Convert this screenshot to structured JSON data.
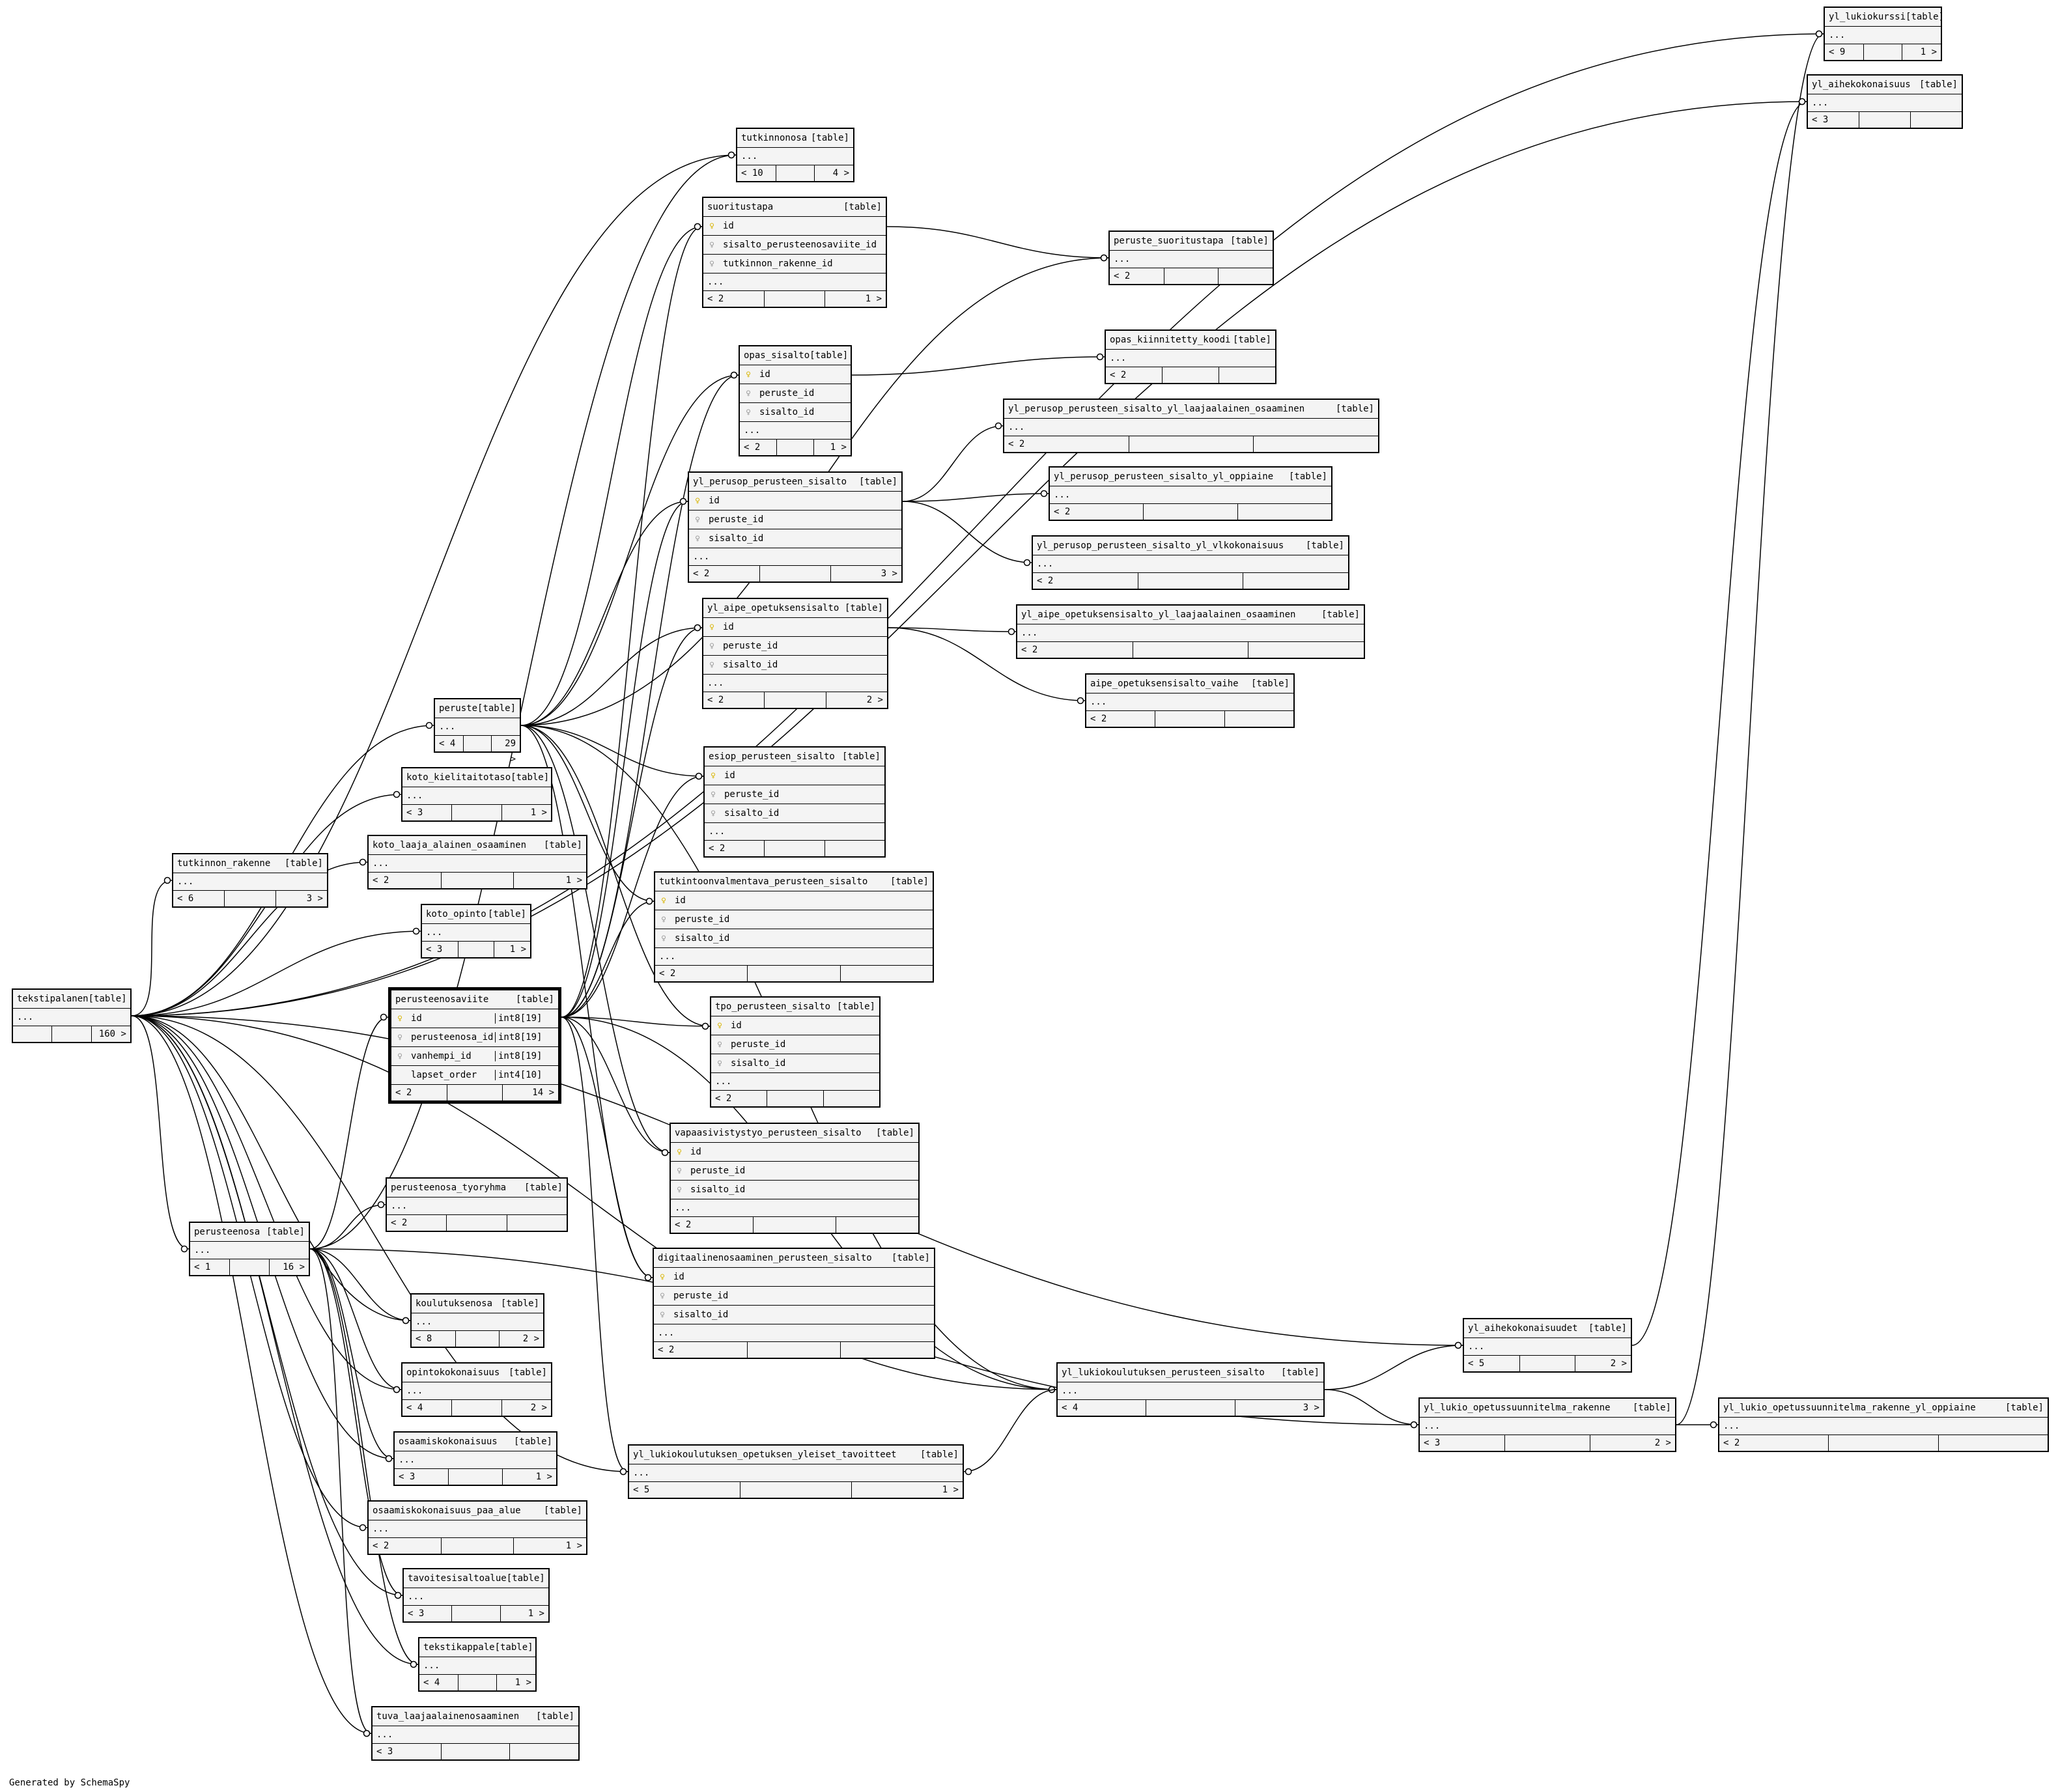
{
  "footer": "Generated by SchemaSpy",
  "tables": [
    {
      "id": "yl_lukiokurssi",
      "name": "yl_lukiokurssi",
      "tag": "[table]",
      "cols": [],
      "more": "...",
      "parents": "< 9",
      "children": "1 >"
    },
    {
      "id": "yl_aihekokonaisuus",
      "name": "yl_aihekokonaisuus",
      "tag": "[table]",
      "cols": [],
      "more": "...",
      "parents": "< 3",
      "children": ""
    },
    {
      "id": "tutkinnonosa",
      "name": "tutkinnonosa",
      "tag": "[table]",
      "cols": [],
      "more": "...",
      "parents": "< 10",
      "children": "4 >"
    },
    {
      "id": "suoritustapa",
      "name": "suoritustapa",
      "tag": "[table]",
      "cols": [
        {
          "k": "pk",
          "n": "id"
        },
        {
          "k": "fk",
          "n": "sisalto_perusteenosaviite_id"
        },
        {
          "k": "fk",
          "n": "tutkinnon_rakenne_id"
        }
      ],
      "more": "...",
      "parents": "< 2",
      "children": "1 >"
    },
    {
      "id": "peruste_suoritustapa",
      "name": "peruste_suoritustapa",
      "tag": "[table]",
      "cols": [],
      "more": "...",
      "parents": "< 2",
      "children": ""
    },
    {
      "id": "opas_sisalto",
      "name": "opas_sisalto",
      "tag": "[table]",
      "cols": [
        {
          "k": "pk",
          "n": "id"
        },
        {
          "k": "fk",
          "n": "peruste_id"
        },
        {
          "k": "fk",
          "n": "sisalto_id"
        }
      ],
      "more": "...",
      "parents": "< 2",
      "children": "1 >"
    },
    {
      "id": "opas_kiinnitetty_koodi",
      "name": "opas_kiinnitetty_koodi",
      "tag": "[table]",
      "cols": [],
      "more": "...",
      "parents": "< 2",
      "children": ""
    },
    {
      "id": "yl_pps_laaja",
      "name": "yl_perusop_perusteen_sisalto_yl_laajaalainen_osaaminen",
      "tag": "[table]",
      "cols": [],
      "more": "...",
      "parents": "< 2",
      "children": ""
    },
    {
      "id": "yl_pps_oppiaine",
      "name": "yl_perusop_perusteen_sisalto_yl_oppiaine",
      "tag": "[table]",
      "cols": [],
      "more": "...",
      "parents": "< 2",
      "children": ""
    },
    {
      "id": "yl_pps_vlk",
      "name": "yl_perusop_perusteen_sisalto_yl_vlkokonaisuus",
      "tag": "[table]",
      "cols": [],
      "more": "...",
      "parents": "< 2",
      "children": ""
    },
    {
      "id": "yl_perusop_perusteen_sisalto",
      "name": "yl_perusop_perusteen_sisalto",
      "tag": "[table]",
      "cols": [
        {
          "k": "pk",
          "n": "id"
        },
        {
          "k": "fk",
          "n": "peruste_id"
        },
        {
          "k": "fk",
          "n": "sisalto_id"
        }
      ],
      "more": "...",
      "parents": "< 2",
      "children": "3 >"
    },
    {
      "id": "yl_aipe_opetuksensisalto",
      "name": "yl_aipe_opetuksensisalto",
      "tag": "[table]",
      "cols": [
        {
          "k": "pk",
          "n": "id"
        },
        {
          "k": "fk",
          "n": "peruste_id"
        },
        {
          "k": "fk",
          "n": "sisalto_id"
        }
      ],
      "more": "...",
      "parents": "< 2",
      "children": "2 >"
    },
    {
      "id": "yl_aipe_laaja",
      "name": "yl_aipe_opetuksensisalto_yl_laajaalainen_osaaminen",
      "tag": "[table]",
      "cols": [],
      "more": "...",
      "parents": "< 2",
      "children": ""
    },
    {
      "id": "aipe_opetuksensisalto_vaihe",
      "name": "aipe_opetuksensisalto_vaihe",
      "tag": "[table]",
      "cols": [],
      "more": "...",
      "parents": "< 2",
      "children": ""
    },
    {
      "id": "peruste",
      "name": "peruste",
      "tag": "[table]",
      "cols": [],
      "more": "...",
      "parents": "< 4",
      "children": "29 >"
    },
    {
      "id": "koto_kielitaitotaso",
      "name": "koto_kielitaitotaso",
      "tag": "[table]",
      "cols": [],
      "more": "...",
      "parents": "< 3",
      "children": "1 >"
    },
    {
      "id": "koto_laaja_alainen_osaaminen",
      "name": "koto_laaja_alainen_osaaminen",
      "tag": "[table]",
      "cols": [],
      "more": "...",
      "parents": "< 2",
      "children": "1 >"
    },
    {
      "id": "koto_opinto",
      "name": "koto_opinto",
      "tag": "[table]",
      "cols": [],
      "more": "...",
      "parents": "< 3",
      "children": "1 >"
    },
    {
      "id": "tutkinnon_rakenne",
      "name": "tutkinnon_rakenne",
      "tag": "[table]",
      "cols": [],
      "more": "...",
      "parents": "< 6",
      "children": "3 >"
    },
    {
      "id": "esiop_perusteen_sisalto",
      "name": "esiop_perusteen_sisalto",
      "tag": "[table]",
      "cols": [
        {
          "k": "pk",
          "n": "id"
        },
        {
          "k": "fk",
          "n": "peruste_id"
        },
        {
          "k": "fk",
          "n": "sisalto_id"
        }
      ],
      "more": "...",
      "parents": "< 2",
      "children": ""
    },
    {
      "id": "tutkintoonvalmentava",
      "name": "tutkintoonvalmentava_perusteen_sisalto",
      "tag": "[table]",
      "cols": [
        {
          "k": "pk",
          "n": "id"
        },
        {
          "k": "fk",
          "n": "peruste_id"
        },
        {
          "k": "fk",
          "n": "sisalto_id"
        }
      ],
      "more": "...",
      "parents": "< 2",
      "children": ""
    },
    {
      "id": "tekstipalanen",
      "name": "tekstipalanen",
      "tag": "[table]",
      "cols": [],
      "more": "...",
      "parents": "",
      "children": "160 >"
    },
    {
      "id": "perusteenosaviite",
      "name": "perusteenosaviite",
      "tag": "[table]",
      "focus": true,
      "cols": [
        {
          "k": "pk",
          "n": "id",
          "t": "int8[19]"
        },
        {
          "k": "fk",
          "n": "perusteenosa_id",
          "t": "int8[19]"
        },
        {
          "k": "fk",
          "n": "vanhempi_id",
          "t": "int8[19]"
        },
        {
          "k": "",
          "n": "lapset_order",
          "t": "int4[10]"
        }
      ],
      "more": "",
      "parents": "< 2",
      "children": "14 >"
    },
    {
      "id": "tpo_perusteen_sisalto",
      "name": "tpo_perusteen_sisalto",
      "tag": "[table]",
      "cols": [
        {
          "k": "pk",
          "n": "id"
        },
        {
          "k": "fk",
          "n": "peruste_id"
        },
        {
          "k": "fk",
          "n": "sisalto_id"
        }
      ],
      "more": "...",
      "parents": "< 2",
      "children": ""
    },
    {
      "id": "vapaasivistystyo",
      "name": "vapaasivistystyo_perusteen_sisalto",
      "tag": "[table]",
      "cols": [
        {
          "k": "pk",
          "n": "id"
        },
        {
          "k": "fk",
          "n": "peruste_id"
        },
        {
          "k": "fk",
          "n": "sisalto_id"
        }
      ],
      "more": "...",
      "parents": "< 2",
      "children": ""
    },
    {
      "id": "perusteenosa_tyoryhma",
      "name": "perusteenosa_tyoryhma",
      "tag": "[table]",
      "cols": [],
      "more": "...",
      "parents": "< 2",
      "children": ""
    },
    {
      "id": "perusteenosa",
      "name": "perusteenosa",
      "tag": "[table]",
      "cols": [],
      "more": "...",
      "parents": "< 1",
      "children": "16 >"
    },
    {
      "id": "digitaalinen",
      "name": "digitaalinenosaaminen_perusteen_sisalto",
      "tag": "[table]",
      "cols": [
        {
          "k": "pk",
          "n": "id"
        },
        {
          "k": "fk",
          "n": "peruste_id"
        },
        {
          "k": "fk",
          "n": "sisalto_id"
        }
      ],
      "more": "...",
      "parents": "< 2",
      "children": ""
    },
    {
      "id": "yl_aihekokonaisuudet",
      "name": "yl_aihekokonaisuudet",
      "tag": "[table]",
      "cols": [],
      "more": "...",
      "parents": "< 5",
      "children": "2 >"
    },
    {
      "id": "koulutuksenosa",
      "name": "koulutuksenosa",
      "tag": "[table]",
      "cols": [],
      "more": "...",
      "parents": "< 8",
      "children": "2 >"
    },
    {
      "id": "yl_lukiokoulutuksen_perusteen_sisalto",
      "name": "yl_lukiokoulutuksen_perusteen_sisalto",
      "tag": "[table]",
      "cols": [],
      "more": "...",
      "parents": "< 4",
      "children": "3 >"
    },
    {
      "id": "yl_lukio_ops_rakenne",
      "name": "yl_lukio_opetussuunnitelma_rakenne",
      "tag": "[table]",
      "cols": [],
      "more": "...",
      "parents": "< 3",
      "children": "2 >"
    },
    {
      "id": "yl_lukio_ops_rakenne_oppiaine",
      "name": "yl_lukio_opetussuunnitelma_rakenne_yl_oppiaine",
      "tag": "[table]",
      "cols": [],
      "more": "...",
      "parents": "< 2",
      "children": ""
    },
    {
      "id": "opintokokonaisuus",
      "name": "opintokokonaisuus",
      "tag": "[table]",
      "cols": [],
      "more": "...",
      "parents": "< 4",
      "children": "2 >"
    },
    {
      "id": "osaamiskokonaisuus",
      "name": "osaamiskokonaisuus",
      "tag": "[table]",
      "cols": [],
      "more": "...",
      "parents": "< 3",
      "children": "1 >"
    },
    {
      "id": "yl_lukio_yleiset_tavoitteet",
      "name": "yl_lukiokoulutuksen_opetuksen_yleiset_tavoitteet",
      "tag": "[table]",
      "cols": [],
      "more": "...",
      "parents": "< 5",
      "children": "1 >"
    },
    {
      "id": "osaamiskokonaisuus_paa_alue",
      "name": "osaamiskokonaisuus_paa_alue",
      "tag": "[table]",
      "cols": [],
      "more": "...",
      "parents": "< 2",
      "children": "1 >"
    },
    {
      "id": "tavoitesisaltoalue",
      "name": "tavoitesisaltoalue",
      "tag": "[table]",
      "cols": [],
      "more": "...",
      "parents": "< 3",
      "children": "1 >"
    },
    {
      "id": "tekstikappale",
      "name": "tekstikappale",
      "tag": "[table]",
      "cols": [],
      "more": "...",
      "parents": "< 4",
      "children": "1 >"
    },
    {
      "id": "tuva_laajaalainenosaaminen",
      "name": "tuva_laajaalainenosaaminen",
      "tag": "[table]",
      "cols": [],
      "more": "...",
      "parents": "< 3",
      "children": ""
    }
  ],
  "links": [
    {
      "from": "tekstipalanen",
      "to": "yl_lukiokurssi"
    },
    {
      "from": "tekstipalanen",
      "to": "yl_aihekokonaisuus"
    },
    {
      "from": "tekstipalanen",
      "to": "tutkinnonosa"
    },
    {
      "from": "tekstipalanen",
      "to": "peruste"
    },
    {
      "from": "tekstipalanen",
      "to": "koto_kielitaitotaso"
    },
    {
      "from": "tekstipalanen",
      "to": "koto_laaja_alainen_osaaminen"
    },
    {
      "from": "tekstipalanen",
      "to": "koto_opinto"
    },
    {
      "from": "tekstipalanen",
      "to": "tutkinnon_rakenne"
    },
    {
      "from": "tekstipalanen",
      "to": "perusteenosa"
    },
    {
      "from": "tekstipalanen",
      "to": "koulutuksenosa"
    },
    {
      "from": "tekstipalanen",
      "to": "opintokokonaisuus"
    },
    {
      "from": "tekstipalanen",
      "to": "osaamiskokonaisuus"
    },
    {
      "from": "tekstipalanen",
      "to": "osaamiskokonaisuus_paa_alue"
    },
    {
      "from": "tekstipalanen",
      "to": "tavoitesisaltoalue"
    },
    {
      "from": "tekstipalanen",
      "to": "tekstikappale"
    },
    {
      "from": "tekstipalanen",
      "to": "tuva_laajaalainenosaaminen"
    },
    {
      "from": "tekstipalanen",
      "to": "yl_aihekokonaisuudet"
    },
    {
      "from": "tekstipalanen",
      "to": "yl_lukio_yleiset_tavoitteet"
    },
    {
      "from": "tekstipalanen",
      "to": "yl_lukiokoulutuksen_perusteen_sisalto"
    },
    {
      "from": "peruste",
      "to": "suoritustapa"
    },
    {
      "from": "peruste",
      "to": "opas_sisalto"
    },
    {
      "from": "peruste",
      "to": "yl_perusop_perusteen_sisalto"
    },
    {
      "from": "peruste",
      "to": "yl_aipe_opetuksensisalto"
    },
    {
      "from": "peruste",
      "to": "esiop_perusteen_sisalto"
    },
    {
      "from": "peruste",
      "to": "tutkintoonvalmentava"
    },
    {
      "from": "peruste",
      "to": "tpo_perusteen_sisalto"
    },
    {
      "from": "peruste",
      "to": "vapaasivistystyo"
    },
    {
      "from": "peruste",
      "to": "digitaalinen"
    },
    {
      "from": "peruste",
      "to": "peruste_suoritustapa"
    },
    {
      "from": "peruste",
      "to": "yl_lukiokoulutuksen_perusteen_sisalto"
    },
    {
      "from": "perusteenosaviite",
      "to": "suoritustapa"
    },
    {
      "from": "perusteenosaviite",
      "to": "opas_sisalto"
    },
    {
      "from": "perusteenosaviite",
      "to": "yl_perusop_perusteen_sisalto"
    },
    {
      "from": "perusteenosaviite",
      "to": "yl_aipe_opetuksensisalto"
    },
    {
      "from": "perusteenosaviite",
      "to": "esiop_perusteen_sisalto"
    },
    {
      "from": "perusteenosaviite",
      "to": "tutkintoonvalmentava"
    },
    {
      "from": "perusteenosaviite",
      "to": "tpo_perusteen_sisalto"
    },
    {
      "from": "perusteenosaviite",
      "to": "vapaasivistystyo"
    },
    {
      "from": "perusteenosaviite",
      "to": "digitaalinen"
    },
    {
      "from": "perusteenosaviite",
      "to": "yl_lukio_yleiset_tavoitteet"
    },
    {
      "from": "perusteenosaviite",
      "to": "yl_lukiokoulutuksen_perusteen_sisalto"
    },
    {
      "from": "perusteenosa",
      "to": "perusteenosaviite"
    },
    {
      "from": "perusteenosa",
      "to": "tutkinnonosa"
    },
    {
      "from": "perusteenosa",
      "to": "perusteenosa_tyoryhma"
    },
    {
      "from": "perusteenosa",
      "to": "koulutuksenosa"
    },
    {
      "from": "perusteenosa",
      "to": "opintokokonaisuus"
    },
    {
      "from": "perusteenosa",
      "to": "osaamiskokonaisuus"
    },
    {
      "from": "perusteenosa",
      "to": "tavoitesisaltoalue"
    },
    {
      "from": "perusteenosa",
      "to": "tekstikappale"
    },
    {
      "from": "perusteenosa",
      "to": "tuva_laajaalainenosaaminen"
    },
    {
      "from": "perusteenosa",
      "to": "yl_lukio_ops_rakenne"
    },
    {
      "from": "suoritustapa",
      "to": "peruste_suoritustapa"
    },
    {
      "from": "opas_sisalto",
      "to": "opas_kiinnitetty_koodi"
    },
    {
      "from": "yl_perusop_perusteen_sisalto",
      "to": "yl_pps_laaja"
    },
    {
      "from": "yl_perusop_perusteen_sisalto",
      "to": "yl_pps_oppiaine"
    },
    {
      "from": "yl_perusop_perusteen_sisalto",
      "to": "yl_pps_vlk"
    },
    {
      "from": "yl_aipe_opetuksensisalto",
      "to": "yl_aipe_laaja"
    },
    {
      "from": "yl_aipe_opetuksensisalto",
      "to": "aipe_opetuksensisalto_vaihe"
    },
    {
      "from": "yl_lukiokoulutuksen_perusteen_sisalto",
      "to": "yl_aihekokonaisuudet"
    },
    {
      "from": "yl_lukiokoulutuksen_perusteen_sisalto",
      "to": "yl_lukio_ops_rakenne"
    },
    {
      "from": "yl_lukiokoulutuksen_perusteen_sisalto",
      "to": "yl_lukio_yleiset_tavoitteet"
    },
    {
      "from": "yl_lukio_ops_rakenne",
      "to": "yl_lukio_ops_rakenne_oppiaine"
    },
    {
      "from": "yl_lukio_ops_rakenne",
      "to": "yl_lukiokurssi"
    },
    {
      "from": "yl_aihekokonaisuudet",
      "to": "yl_aihekokonaisuus"
    }
  ]
}
